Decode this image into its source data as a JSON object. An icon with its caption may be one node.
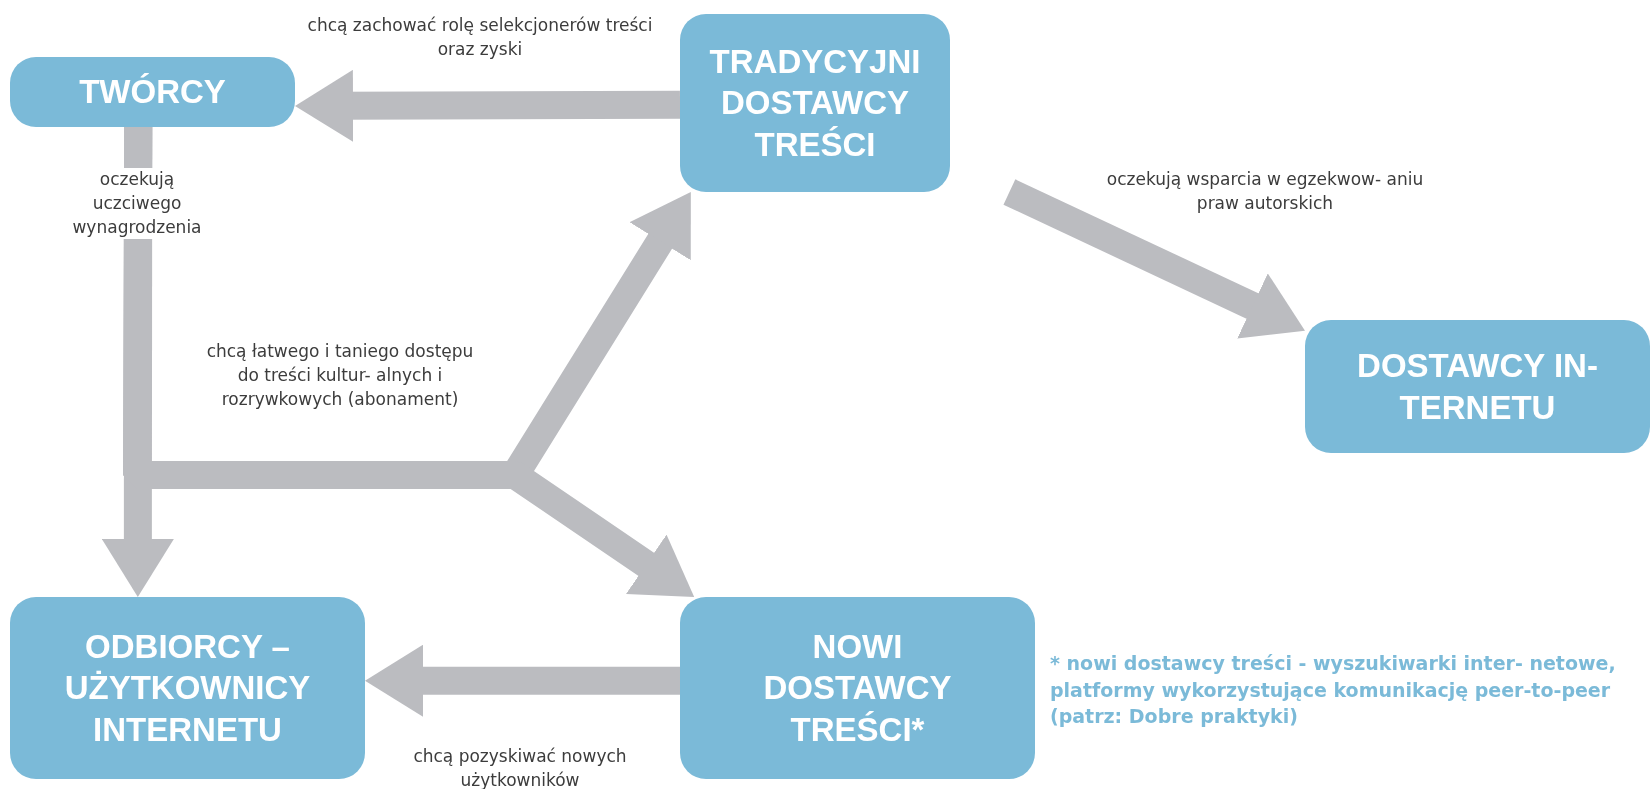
{
  "diagram": {
    "nodes": [
      {
        "text": [
          "TWÓRCY"
        ]
      },
      {
        "text": [
          "TRADYCYJNI DOSTAWCY TREŚCI"
        ]
      },
      {
        "text": [
          "DOSTAWCY IN- TERNETU"
        ]
      },
      {
        "text": [
          "ODBIORCY – UŻYTKOWNICY INTERNETU"
        ]
      },
      {
        "text": [
          "NOWI DOSTAWCY TREŚCI*"
        ]
      }
    ],
    "edges": [
      {
        "from": 1,
        "to": 0,
        "arrow": "to",
        "label": "chcą zachować rolę selekcjonerów treści oraz zyski"
      },
      {
        "from": 1,
        "to": 2,
        "arrow": "to",
        "label": "oczekują wsparcia w egzekwow- aniu praw autorskich"
      },
      {
        "from": 0,
        "to": 3,
        "arrow": "to",
        "label": "oczekują uczciwego wynagrodzenia"
      },
      {
        "from": 0,
        "to": 1,
        "arrow": "to",
        "label": "chcą łatwego i taniego dostępu do treści kultur- alnych i rozrywkowych (abonament)"
      },
      {
        "from": 0,
        "to": 4,
        "arrow": "to"
      },
      {
        "from": 4,
        "to": 3,
        "arrow": "to",
        "label": "chcą pozyskiwać nowych użytkowników"
      }
    ],
    "labels": [
      "* nowi dostawcy treści - wyszukiwarki inter- netowe, platformy wykorzystujące komunikację peer-to-peer (patrz: Dobre praktyki)"
    ]
  }
}
